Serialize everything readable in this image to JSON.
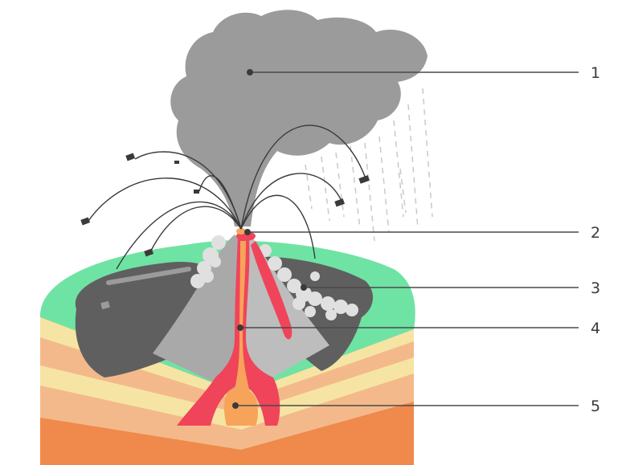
{
  "diagram": {
    "callouts": [
      {
        "number": "1"
      },
      {
        "number": "2"
      },
      {
        "number": "3"
      },
      {
        "number": "4"
      },
      {
        "number": "5"
      }
    ]
  },
  "colors": {
    "ash_cloud": "#9b9b9b",
    "ground_green": "#6fe3a4",
    "lava_flow": "#5f5f5f",
    "magma_red": "#f0445a",
    "magma_orange": "#f7a35a",
    "strata_cream": "#f6e4a4",
    "strata_peach": "#f4b98a",
    "strata_orange": "#ef8a4c",
    "callout_line": "#4a4a4a"
  }
}
